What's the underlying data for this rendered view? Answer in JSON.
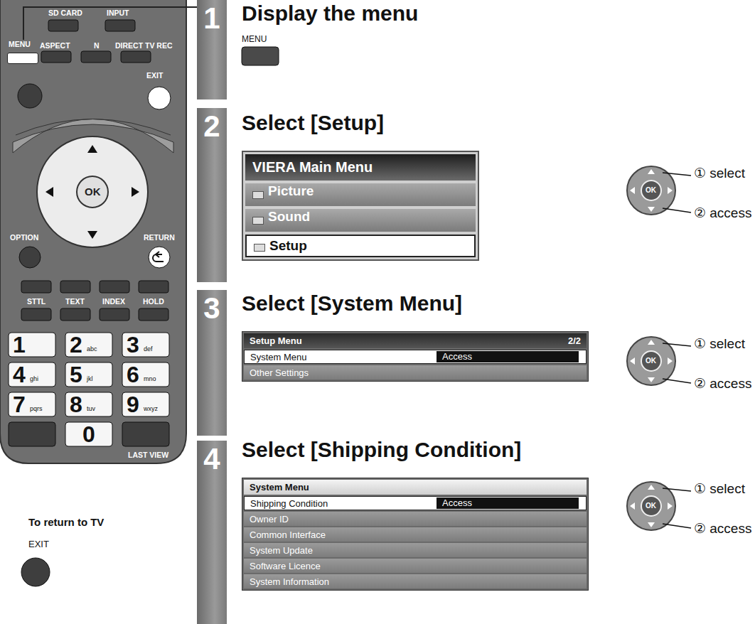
{
  "diagram": {
    "nodes": [
      {
        "text": [
          "MENU"
        ]
      },
      {
        "text": [
          "1"
        ]
      },
      {
        "text": [
          "2"
        ]
      },
      {
        "text": [
          "3"
        ]
      },
      {
        "text": [
          "4"
        ]
      },
      {
        "text": [
          "VIERA Main Menu"
        ]
      },
      {
        "text": [
          "Picture"
        ],
        "in": 5
      },
      {
        "text": [
          "Sound"
        ],
        "in": 5
      },
      {
        "text": [
          "Setup"
        ],
        "in": 5
      },
      {
        "text": [
          "Setup Menu",
          "2/2"
        ]
      },
      {
        "text": [
          "System Menu",
          "Access"
        ],
        "in": 9
      },
      {
        "text": [
          "Other Settings"
        ],
        "in": 9
      },
      {
        "text": [
          "System Menu"
        ]
      },
      {
        "text": [
          "Shipping Condition",
          "Access"
        ],
        "in": 12
      },
      {
        "text": [
          "Owner ID"
        ],
        "in": 12
      },
      {
        "text": [
          "Common Interface"
        ],
        "in": 12
      },
      {
        "text": [
          "System Update"
        ],
        "in": 12
      },
      {
        "text": [
          "Software Licence"
        ],
        "in": 12
      },
      {
        "text": [
          "System Information"
        ],
        "in": 12
      }
    ],
    "edges": [
      {
        "from": 0,
        "to": 1,
        "arrow": "none"
      }
    ],
    "labels": [
      "SD CARD",
      "INPUT",
      "ASPECT",
      "N",
      "DIRECT TV REC",
      "EXIT",
      "OK",
      "OPTION",
      "RETURN",
      "STTL",
      "TEXT",
      "INDEX",
      "HOLD",
      "1",
      "2",
      "abc",
      "3",
      "def",
      "4",
      "ghi",
      "5",
      "jkl",
      "6",
      "mno",
      "7",
      "pqrs",
      "8",
      "tuv",
      "9",
      "wxyz",
      "0",
      "LAST VIEW",
      "To return to TV",
      "EXIT",
      "Display the menu",
      "MENU",
      "Select [Setup]",
      "Select [System Menu]",
      "Select [Shipping Condition]",
      "OK",
      "① select",
      "② access",
      "OK",
      "① select",
      "② access",
      "OK",
      "① select",
      "② access"
    ]
  }
}
